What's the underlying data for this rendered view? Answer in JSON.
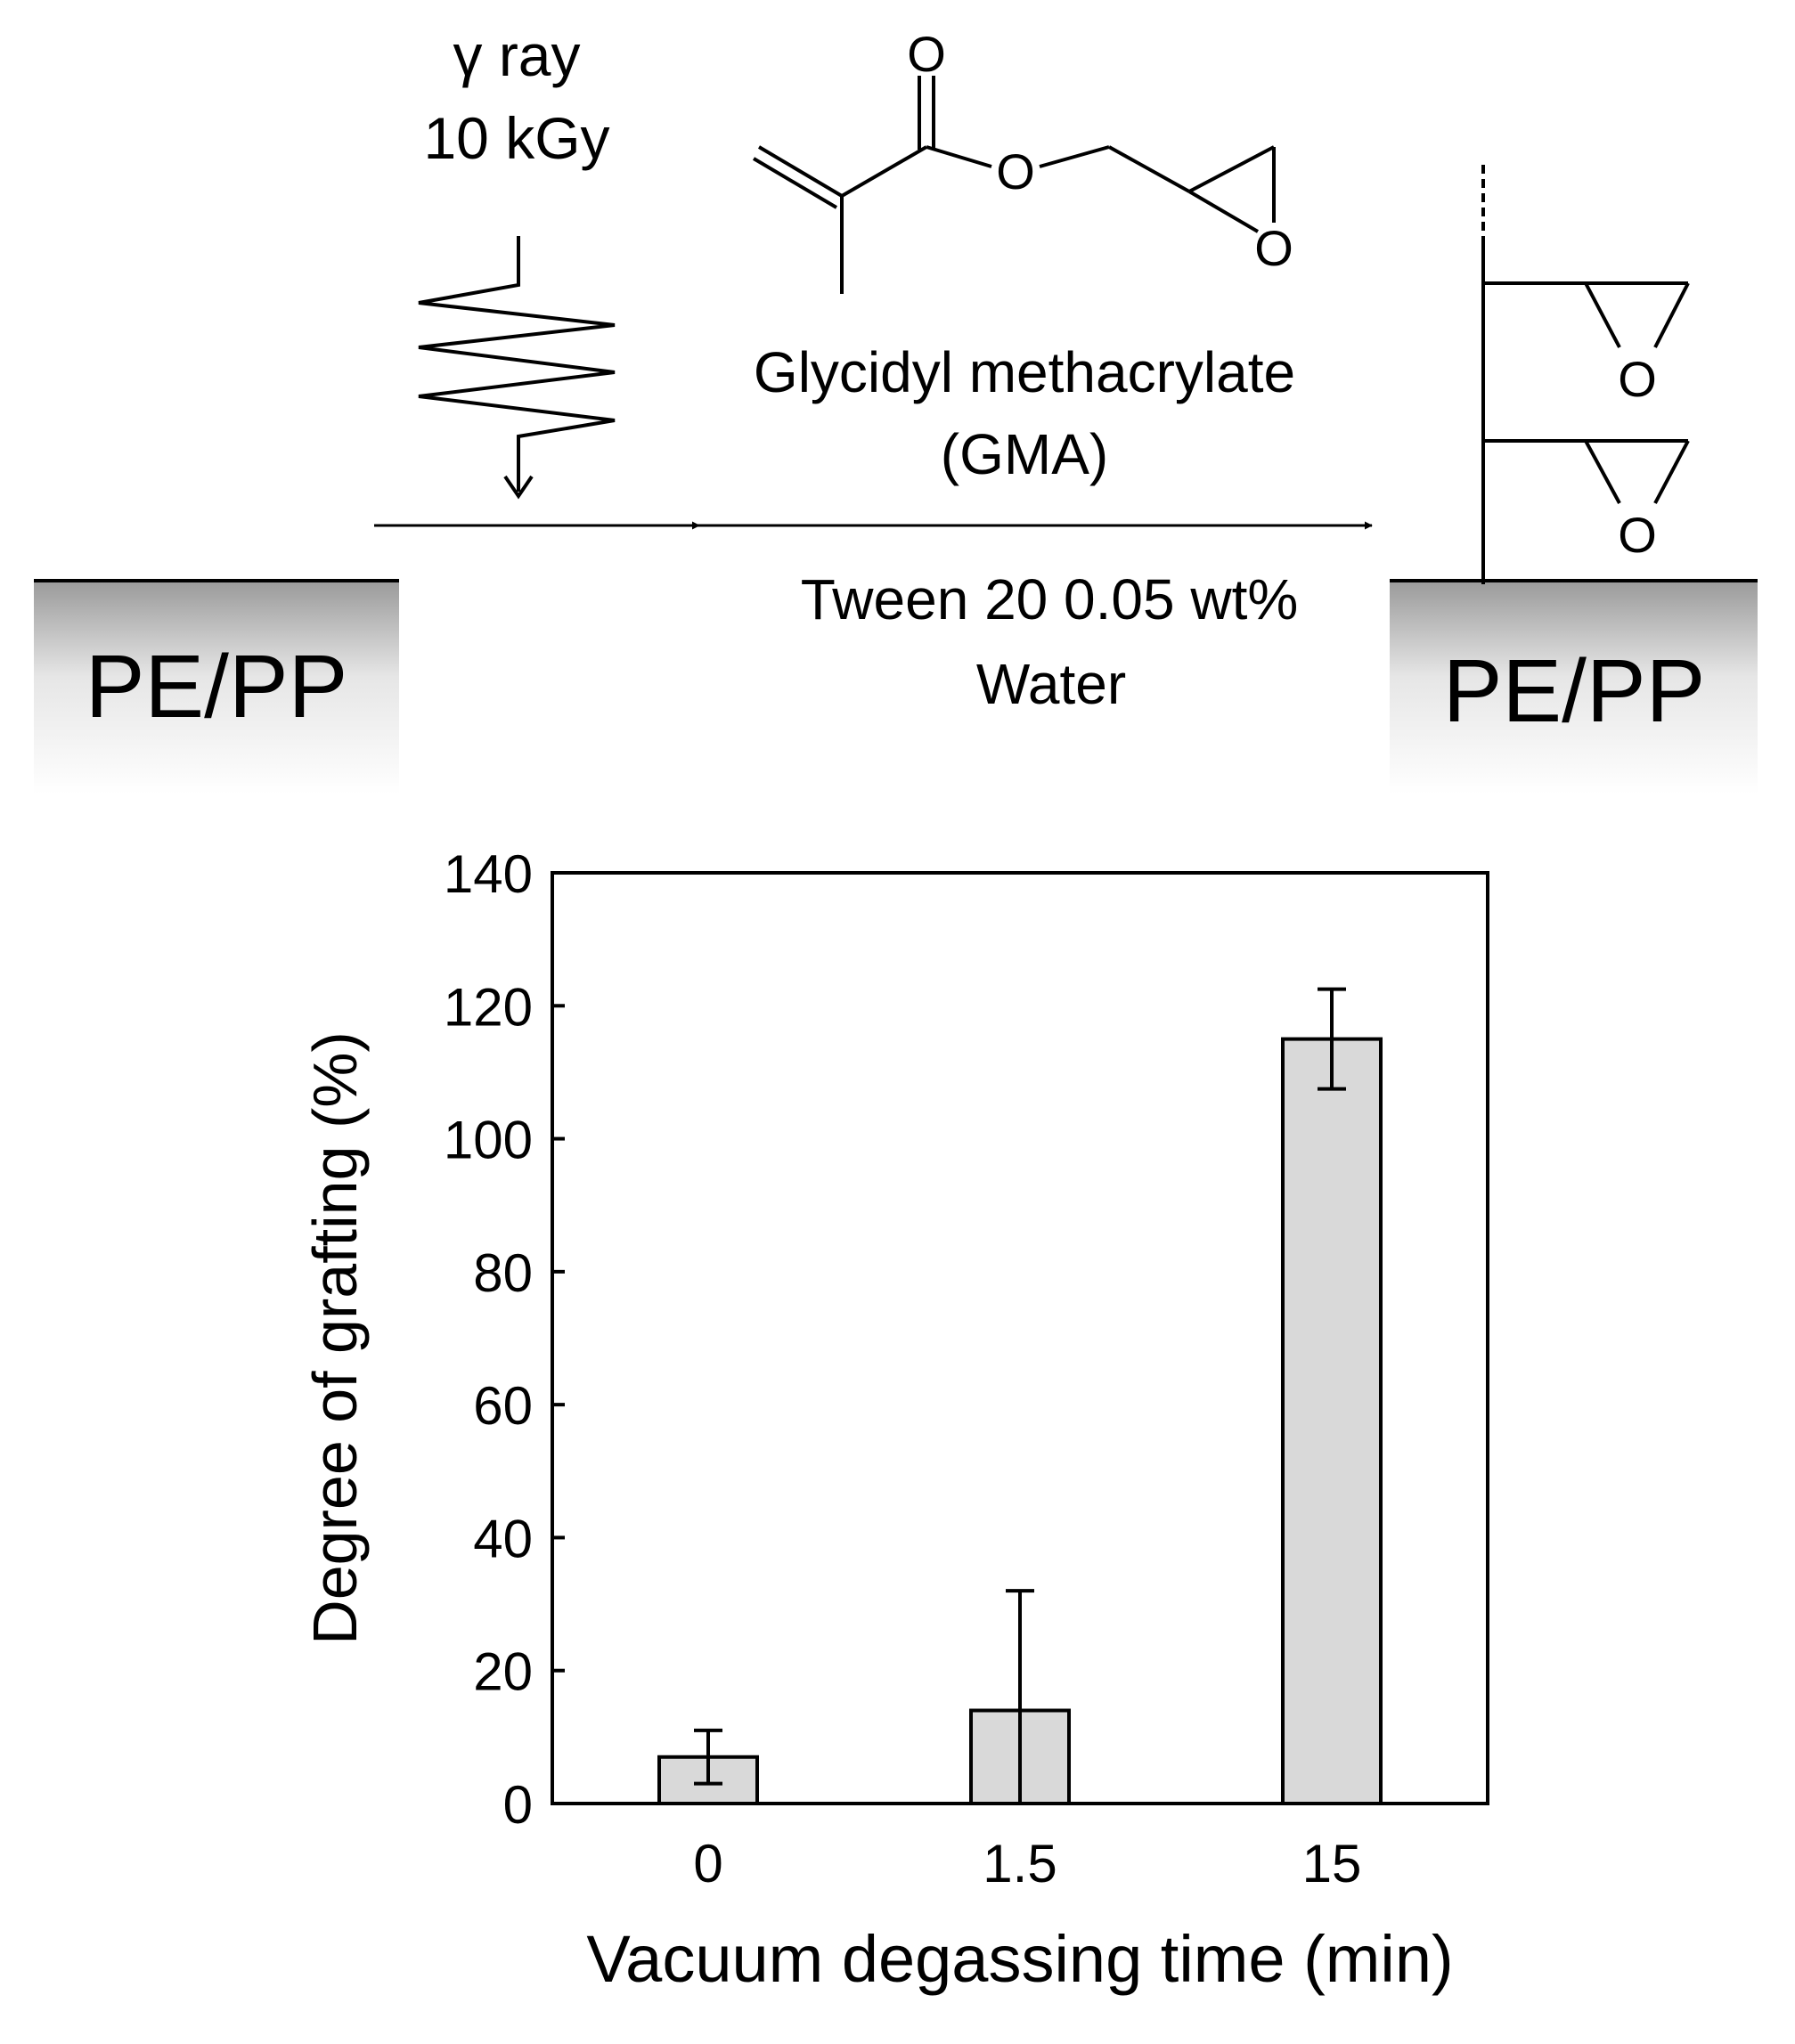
{
  "scheme": {
    "radiation_label": "γ ray",
    "dose_label": "10 kGy",
    "monomer_name": "Glycidyl methacrylate",
    "monomer_abbrev": "(GMA)",
    "condition_1": "Tween 20 0.05 wt%",
    "condition_2": "Water",
    "substrate_left": "PE/PP",
    "substrate_right": "PE/PP",
    "oxygen_symbol": "O",
    "colors": {
      "substrate_top": "#9a9a9a",
      "substrate_bottom": "#ffffff"
    }
  },
  "chart_data": {
    "type": "bar",
    "categories": [
      "0",
      "1.5",
      "15"
    ],
    "values": [
      7,
      14,
      115
    ],
    "error": [
      4,
      18,
      7.5
    ],
    "xlabel": "Vacuum degassing time (min)",
    "ylabel": "Degree of grafting (%)",
    "ylim": [
      0,
      140
    ],
    "yticks": [
      0,
      20,
      40,
      60,
      80,
      100,
      120,
      140
    ],
    "grid": false,
    "colors": {
      "bar_fill": "#d9d9d9",
      "bar_stroke": "#000000"
    }
  }
}
